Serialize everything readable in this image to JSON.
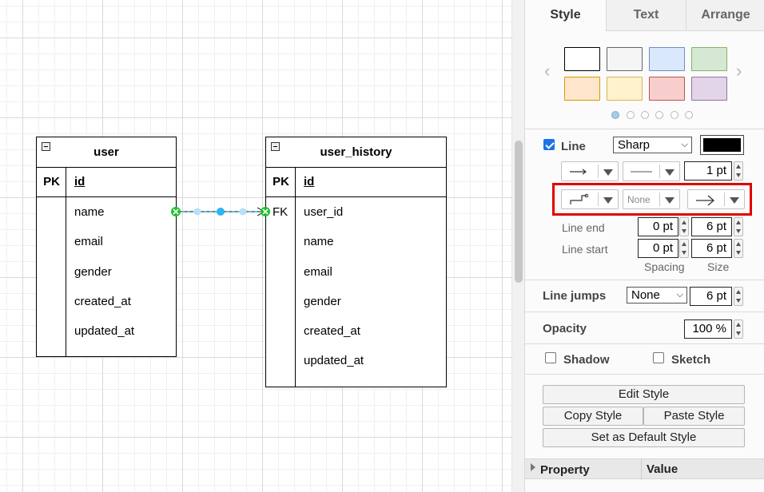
{
  "diagram": {
    "table_user": {
      "name": "user",
      "pk_label": "PK",
      "pk_field": "id",
      "fields": [
        "name",
        "email",
        "gender",
        "created_at",
        "updated_at"
      ]
    },
    "table_user_history": {
      "name": "user_history",
      "pk_label": "PK",
      "pk_field": "id",
      "fk_label": "FK",
      "fields": [
        "user_id",
        "name",
        "email",
        "gender",
        "created_at",
        "updated_at"
      ]
    }
  },
  "panel": {
    "tabs": [
      "Style",
      "Text",
      "Arrange"
    ],
    "active_tab": "Style",
    "swatches": [
      {
        "fill": "#ffffff",
        "stroke": "#000000"
      },
      {
        "fill": "#f5f5f5",
        "stroke": "#666666"
      },
      {
        "fill": "#dae8fc",
        "stroke": "#6c8ebf"
      },
      {
        "fill": "#d5e8d4",
        "stroke": "#82b366"
      },
      {
        "fill": "#ffe6cc",
        "stroke": "#d79b00"
      },
      {
        "fill": "#fff2cc",
        "stroke": "#d6b656"
      },
      {
        "fill": "#f8cecc",
        "stroke": "#b85450"
      },
      {
        "fill": "#e1d5e7",
        "stroke": "#9673a6"
      }
    ],
    "line": {
      "checkbox_label": "Line",
      "checked": true,
      "edge_style": "Sharp",
      "stroke_color": "#000000",
      "width_value": "1 pt",
      "waypoint_none": "None",
      "line_end_label": "Line end",
      "line_end_spacing": "0 pt",
      "line_end_size": "6 pt",
      "line_start_label": "Line start",
      "line_start_spacing": "0 pt",
      "line_start_size": "6 pt",
      "spacing_label": "Spacing",
      "size_label": "Size"
    },
    "line_jumps": {
      "label": "Line jumps",
      "value": "None",
      "size": "6 pt"
    },
    "opacity": {
      "label": "Opacity",
      "value": "100 %"
    },
    "shadow_label": "Shadow",
    "sketch_label": "Sketch",
    "buttons": {
      "edit_style": "Edit Style",
      "copy_style": "Copy Style",
      "paste_style": "Paste Style",
      "set_default": "Set as Default Style"
    },
    "property_table": {
      "col1": "Property",
      "col2": "Value"
    },
    "accent_highlight": "#e00000"
  }
}
